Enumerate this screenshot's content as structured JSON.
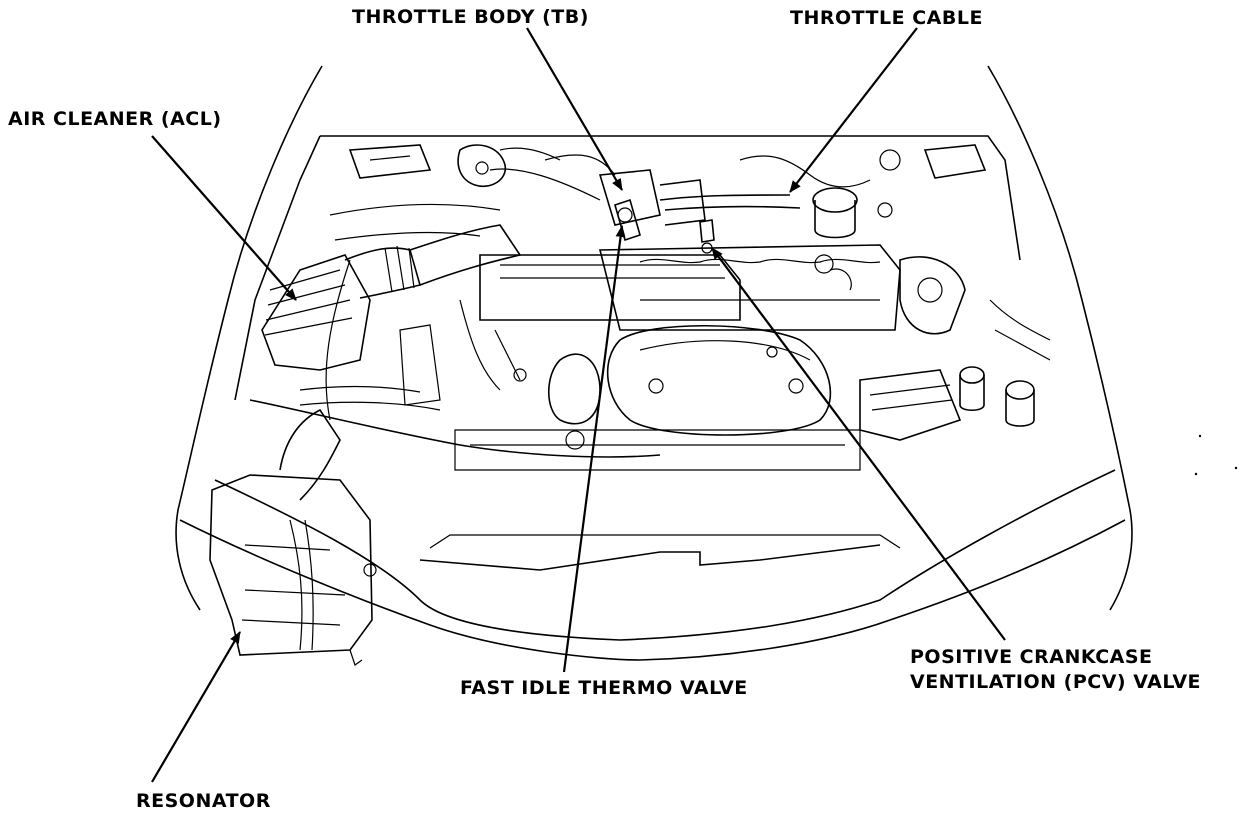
{
  "labels": {
    "throttle_body": "THROTTLE BODY (TB)",
    "throttle_cable": "THROTTLE CABLE",
    "air_cleaner": "AIR CLEANER (ACL)",
    "pcv_line1": "POSITIVE CRANKCASE",
    "pcv_line2": "VENTILATION (PCV) VALVE",
    "fast_idle": "FAST IDLE THERMO VALVE",
    "resonator": "RESONATOR"
  },
  "colors": {
    "ink": "#000000",
    "paper": "#ffffff"
  }
}
